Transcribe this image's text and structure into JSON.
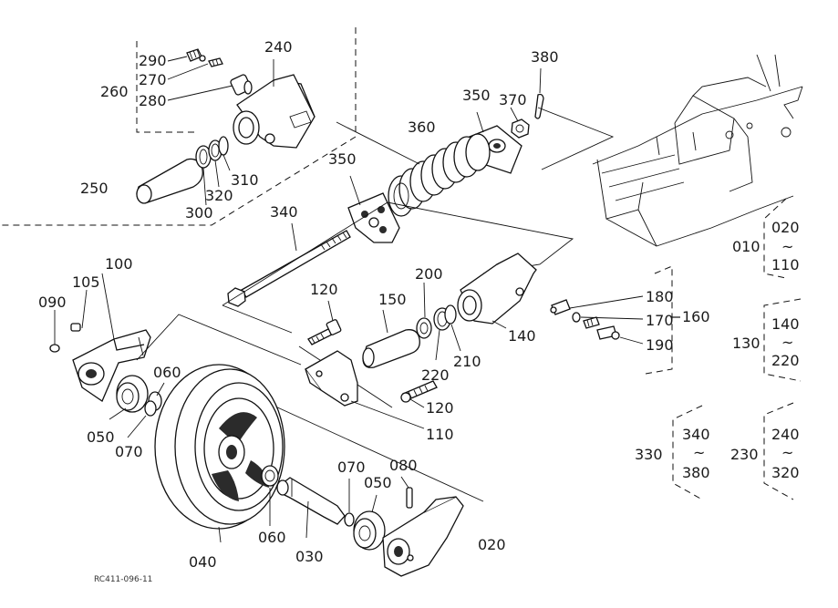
{
  "doc_code": "RC411-096-11",
  "labels": {
    "l240": "240",
    "l290": "290",
    "l270": "270",
    "l280": "280",
    "l260": "260",
    "l250": "250",
    "l300": "300",
    "l320": "320",
    "l310": "310",
    "l350a": "350",
    "l350b": "350",
    "l360": "360",
    "l370": "370",
    "l380": "380",
    "l340": "340",
    "l100": "100",
    "l105": "105",
    "l090": "090",
    "l060a": "060",
    "l050a": "050",
    "l070a": "070",
    "l120a": "120",
    "l150": "150",
    "l200": "200",
    "l220": "220",
    "l210": "210",
    "l140": "140",
    "l120b": "120",
    "l110": "110",
    "l180": "180",
    "l170": "170",
    "l190": "190",
    "l160": "160",
    "l040": "040",
    "l060b": "060",
    "l030": "030",
    "l070b": "070",
    "l050b": "050",
    "l080": "080",
    "l020": "020"
  },
  "groups": {
    "g010": {
      "key": "010",
      "from": "020",
      "tilde": "~",
      "to": "110"
    },
    "g130": {
      "key": "130",
      "from": "140",
      "tilde": "~",
      "to": "220"
    },
    "g330": {
      "key": "330",
      "from": "340",
      "tilde": "~",
      "to": "380"
    },
    "g230": {
      "key": "230",
      "from": "240",
      "tilde": "~",
      "to": "320"
    }
  }
}
